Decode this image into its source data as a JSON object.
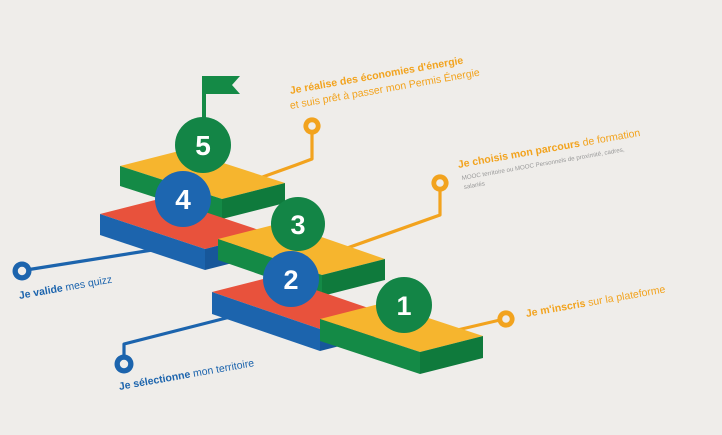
{
  "colors": {
    "background": "#efedea",
    "yellow": "#f6b52e",
    "green": "#148a46",
    "red": "#e8523c",
    "blue": "#1c64ad",
    "circle_green": "#138546",
    "circle_blue": "#1d66b0",
    "orange_text": "#f2a31e"
  },
  "steps": [
    {
      "number": "1",
      "bold": "Je m'inscris",
      "rest": " sur la plateforme"
    },
    {
      "number": "2",
      "bold": "Je sélectionne",
      "rest": " mon territoire"
    },
    {
      "number": "3",
      "bold": "Je choisis mon parcours",
      "rest": " de formation",
      "sub1": "MOOC territoire ou MOOC Personnels de proximité, cadres,",
      "sub2": "salariés"
    },
    {
      "number": "4",
      "bold": "Je valide",
      "rest": " mes quizz"
    },
    {
      "number": "5",
      "bold": "Je réalise des économies d'énergie",
      "line2": "et suis prêt à passer mon Permis Énergie"
    }
  ],
  "icons": {
    "finish": "flag-icon"
  }
}
